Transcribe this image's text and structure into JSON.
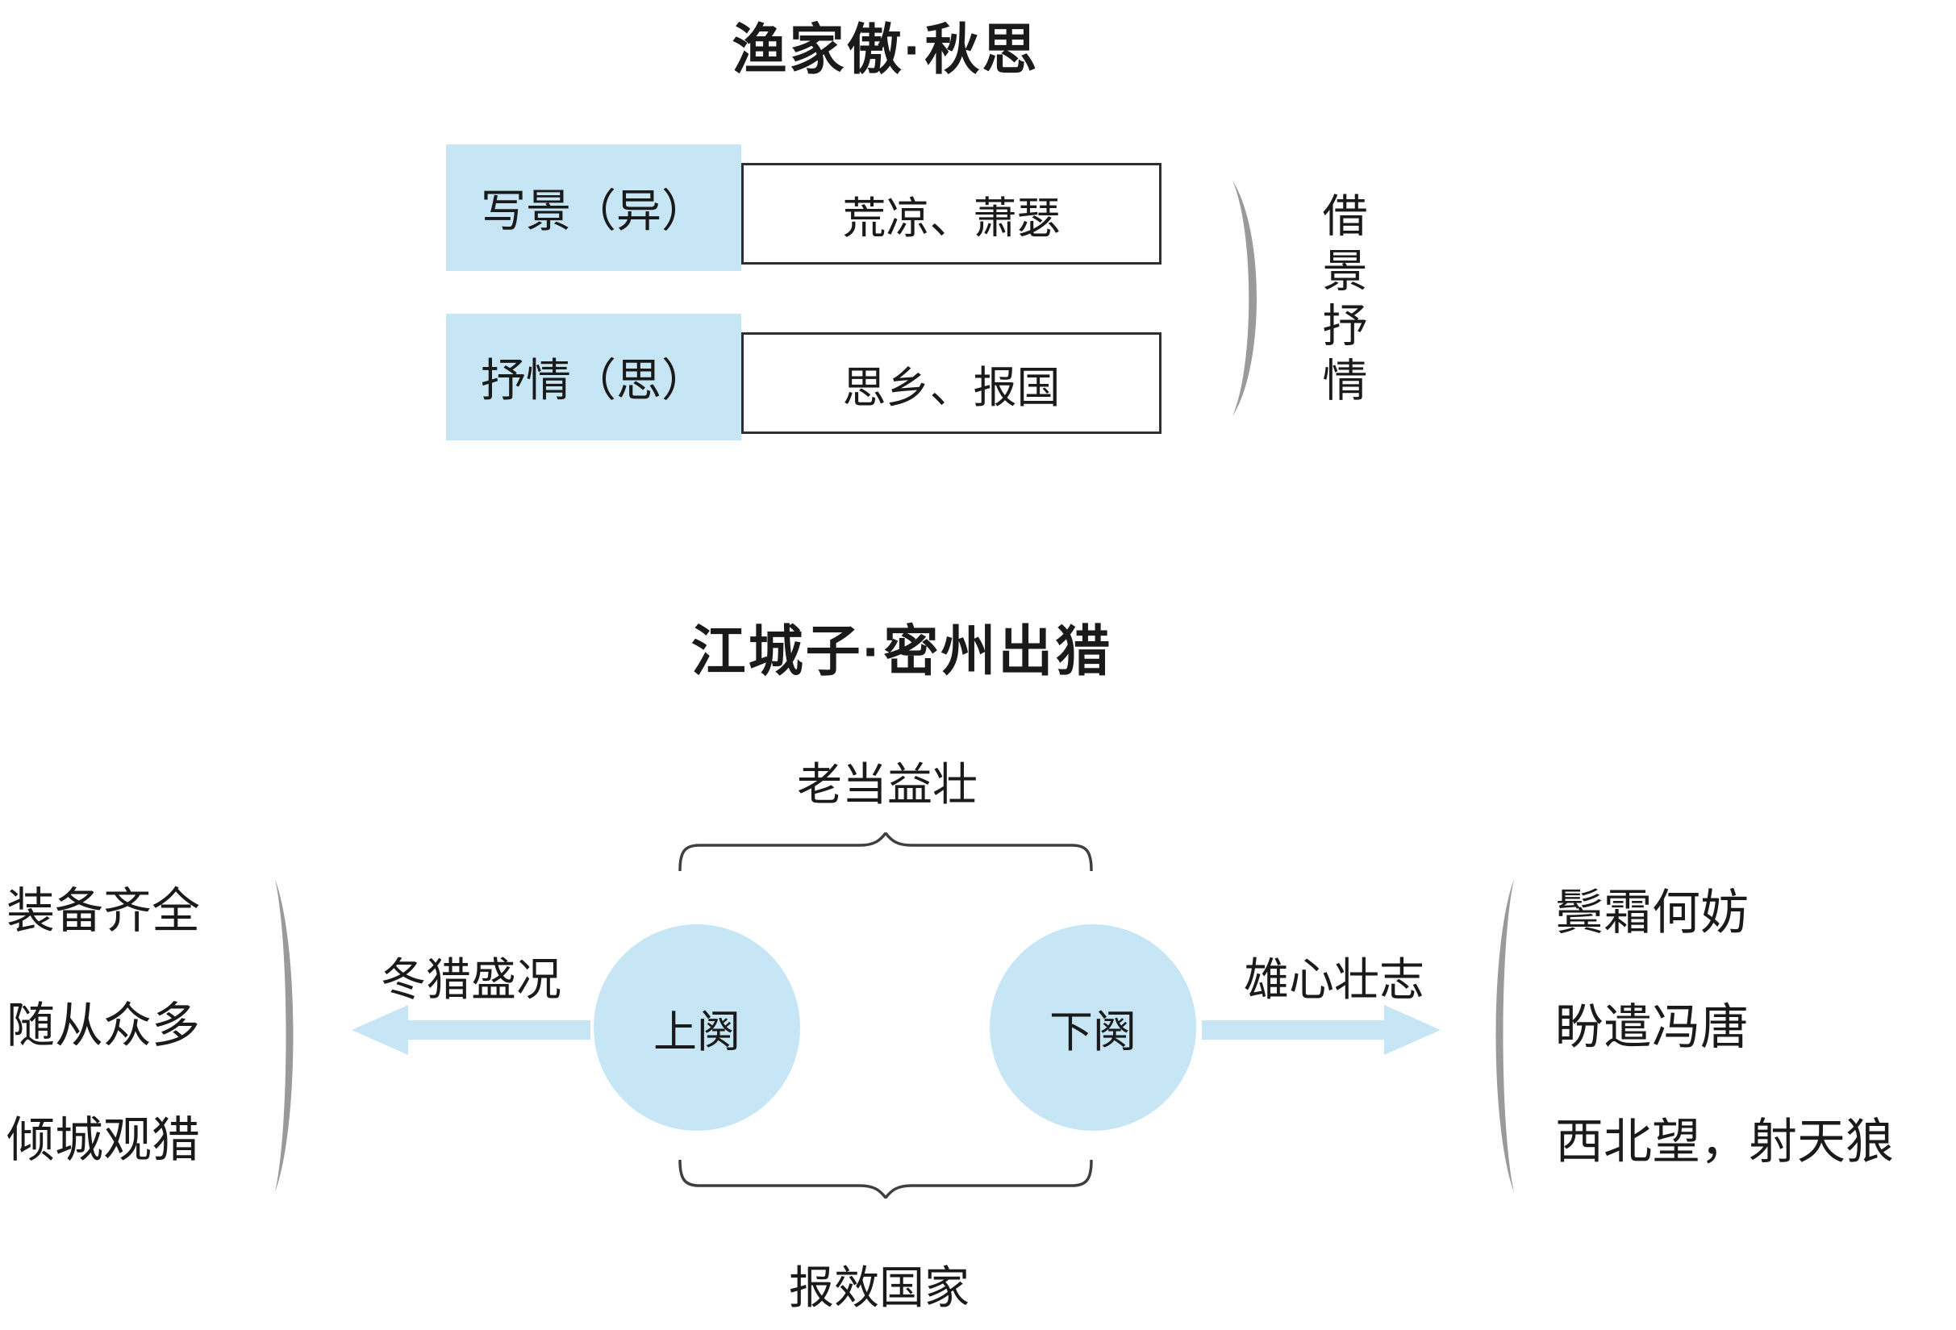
{
  "colors": {
    "light_blue": "#c6e6f6",
    "box_border": "#2e2e2e",
    "bracket_gray": "#9a9a9a",
    "text": "#1a1a1a"
  },
  "poem1": {
    "title": "渔家傲·秋思",
    "rows": [
      {
        "label": "写景（异）",
        "value": "荒凉、萧瑟"
      },
      {
        "label": "抒情（思）",
        "value": "思乡、报国"
      }
    ],
    "technique_note": "借景抒情"
  },
  "poem2": {
    "title": "江城子·密州出猎",
    "top_note": "老当益壮",
    "bottom_note": "报效国家",
    "upper_stanza": "上阕",
    "lower_stanza": "下阕",
    "left_arrow_label": "冬猎盛况",
    "right_arrow_label": "雄心壮志",
    "left_items": [
      "装备齐全",
      "随从众多",
      "倾城观猎"
    ],
    "right_items": [
      "鬓霜何妨",
      "盼遣冯唐",
      "西北望，射天狼"
    ]
  }
}
